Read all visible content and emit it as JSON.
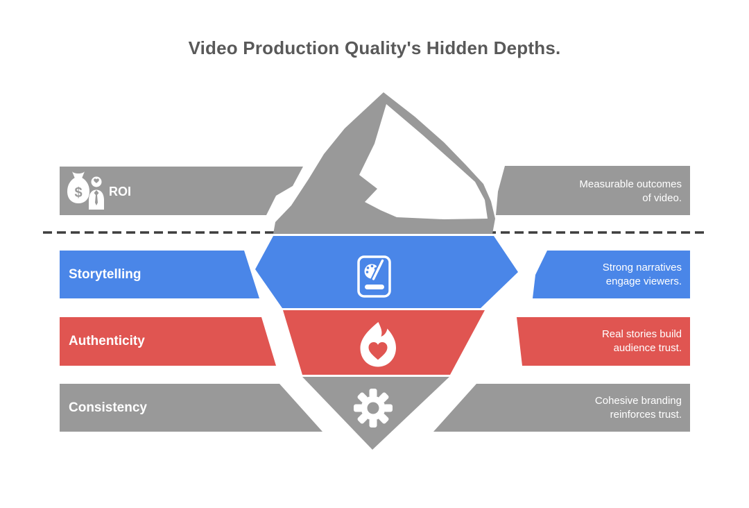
{
  "title": "Video Production Quality's Hidden Depths.",
  "colors": {
    "gray": "#999999",
    "blue": "#4A86E8",
    "red": "#E05551",
    "white": "#FFFFFF",
    "title_text": "#595959",
    "waterline": "#3D3D3D",
    "background": "#FFFFFF"
  },
  "waterline": {
    "type": "dashed-line"
  },
  "rows": [
    {
      "id": "roi",
      "zone": "above-waterline",
      "label": "ROI",
      "desc": [
        "Measurable outcomes",
        "of video."
      ],
      "color": "#999999",
      "icon": "money-bag-and-person-icon",
      "dollar_glyph": "$"
    },
    {
      "id": "storytelling",
      "zone": "below-waterline",
      "label": "Storytelling",
      "desc": [
        "Strong narratives",
        "engage viewers."
      ],
      "color": "#4A86E8",
      "icon": "storybook-palette-icon"
    },
    {
      "id": "authenticity",
      "zone": "below-waterline",
      "label": "Authenticity",
      "desc": [
        "Real stories build",
        "audience trust."
      ],
      "color": "#E05551",
      "icon": "flame-heart-icon"
    },
    {
      "id": "consistency",
      "zone": "below-waterline",
      "label": "Consistency",
      "desc": [
        "Cohesive branding",
        "reinforces trust."
      ],
      "color": "#999999",
      "icon": "gear-icon"
    }
  ]
}
